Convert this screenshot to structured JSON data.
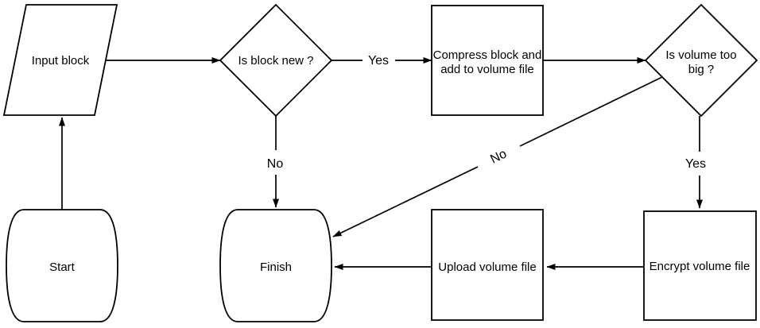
{
  "colors": {
    "background": "#ffffff",
    "stroke": "#000000",
    "text": "#000000"
  },
  "nodes": {
    "input_block": {
      "type": "parallelogram",
      "label": "Input block"
    },
    "is_block_new": {
      "type": "decision",
      "label": "Is block new ?"
    },
    "compress_block": {
      "type": "process",
      "label_line1": "Compress block and",
      "label_line2": "add to volume file"
    },
    "is_volume_too_big": {
      "type": "decision",
      "label_line1": "Is volume too",
      "label_line2": "big ?"
    },
    "start": {
      "type": "terminal",
      "label": "Start"
    },
    "finish": {
      "type": "terminal",
      "label": "Finish"
    },
    "upload_volume_file": {
      "type": "process",
      "label": "Upload volume file"
    },
    "encrypt_volume_file": {
      "type": "process",
      "label": "Encrypt volume file"
    }
  },
  "edges": {
    "start_to_input": {
      "from": "start",
      "to": "input_block"
    },
    "input_to_is_block_new": {
      "from": "input_block",
      "to": "is_block_new"
    },
    "is_block_new_yes": {
      "from": "is_block_new",
      "to": "compress_block",
      "label": "Yes"
    },
    "is_block_new_no": {
      "from": "is_block_new",
      "to": "finish",
      "label": "No"
    },
    "compress_to_is_volume": {
      "from": "compress_block",
      "to": "is_volume_too_big"
    },
    "is_volume_no": {
      "from": "is_volume_too_big",
      "to": "finish",
      "label": "No"
    },
    "is_volume_yes": {
      "from": "is_volume_too_big",
      "to": "encrypt_volume_file",
      "label": "Yes"
    },
    "encrypt_to_upload": {
      "from": "encrypt_volume_file",
      "to": "upload_volume_file"
    },
    "upload_to_finish": {
      "from": "upload_volume_file",
      "to": "finish"
    }
  }
}
